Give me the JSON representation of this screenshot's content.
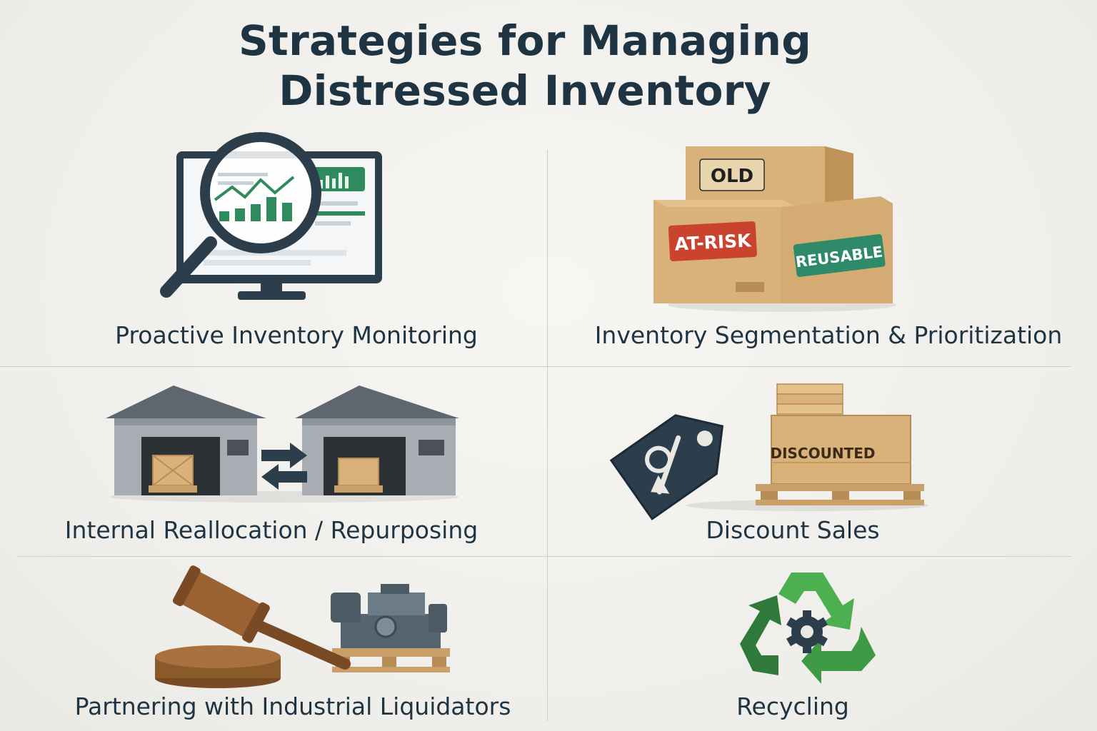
{
  "title": {
    "line1": "Strategies for Managing",
    "line2": "Distressed Inventory"
  },
  "strategies": [
    {
      "label": "Proactive Inventory Monitoring",
      "icon": "magnifier-monitor-icon"
    },
    {
      "label": "Inventory Segmentation & Prioritization",
      "icon": "labeled-boxes-icon",
      "box_labels": {
        "top": "OLD",
        "left": "AT-RISK",
        "right": "REUSABLE"
      }
    },
    {
      "label": "Internal Reallocation / Repurposing",
      "icon": "warehouse-transfer-icon"
    },
    {
      "label": "Discount Sales",
      "icon": "discount-tag-icon",
      "box_label": "DISCOUNTED"
    },
    {
      "label": "Partnering with Industrial Liquidators",
      "icon": "gavel-machinery-icon"
    },
    {
      "label": "Recycling",
      "icon": "recycle-gear-icon"
    }
  ],
  "colors": {
    "title": "#1f3442",
    "green": "#2f8a5e",
    "red": "#c9432f",
    "teal_tag": "#2f8a6a",
    "cardboard": "#d9b27a",
    "warehouse": "#a7adb3",
    "roof": "#5e6770",
    "recycle": "#4caf50"
  }
}
